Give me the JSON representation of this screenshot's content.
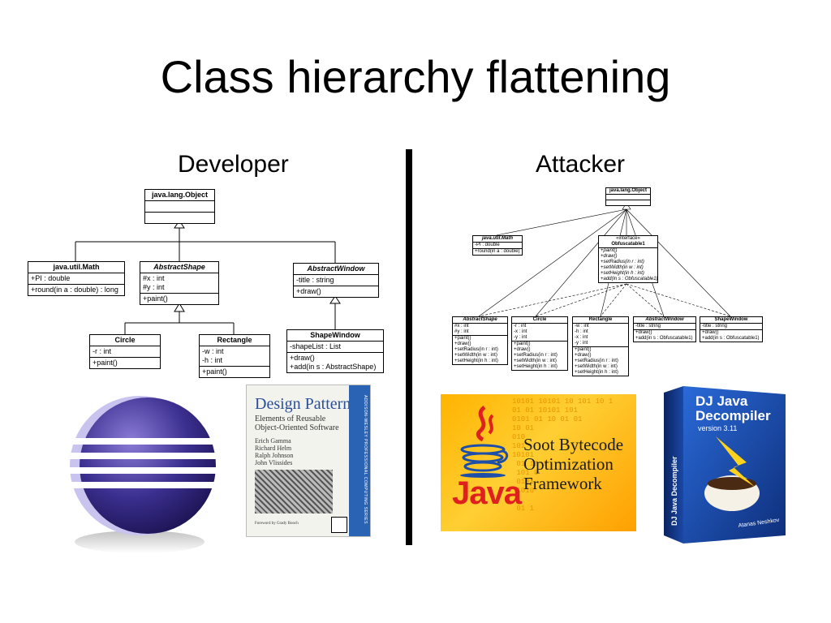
{
  "title": "Class hierarchy flattening",
  "left_heading": "Developer",
  "right_heading": "Attacker",
  "developer_diagram": {
    "object": {
      "name": "java.lang.Object"
    },
    "math": {
      "name": "java.util.Math",
      "attrs": [
        "+PI : double"
      ],
      "ops": [
        "+round(in a : double) : long"
      ]
    },
    "abstract_shape": {
      "name": "AbstractShape",
      "attrs": [
        "#x : int",
        "#y : int"
      ],
      "ops": [
        "+paint()"
      ]
    },
    "abstract_window": {
      "name": "AbstractWindow",
      "attrs": [
        "-title : string"
      ],
      "ops": [
        "+draw()"
      ]
    },
    "circle": {
      "name": "Circle",
      "attrs": [
        "-r : int"
      ],
      "ops": [
        "+paint()"
      ]
    },
    "rectangle": {
      "name": "Rectangle",
      "attrs": [
        "-w : int",
        "-h : int"
      ],
      "ops": [
        "+paint()"
      ]
    },
    "shape_window": {
      "name": "ShapeWindow",
      "attrs": [
        "-shapeList : List"
      ],
      "ops": [
        "+draw()",
        "+add(in s : AbstractShape)"
      ]
    }
  },
  "attacker_diagram": {
    "object": {
      "name": "java.lang.Object"
    },
    "math": {
      "name": "java.util.Math",
      "attrs": [
        "-PI : double"
      ],
      "ops": [
        "+round(in a : double)"
      ]
    },
    "interface": {
      "stereotype": "«interface»",
      "name": "Obfuscatable1",
      "ops": [
        "+paint()",
        "+draw()",
        "+setRadius(in r : int)",
        "+setWidth(in w : int)",
        "+setHeight(in h : int)",
        "+add(in s : Obfuscatable1)"
      ]
    },
    "abstract_shape": {
      "name": "AbstractShape",
      "attrs": [
        "#x : int",
        "#y : int"
      ],
      "ops": [
        "+paint()",
        "+draw()",
        "+setRadius(in r : int)",
        "+setWidth(in w : int)",
        "+setHeight(in h : int)"
      ]
    },
    "circle": {
      "name": "Circle",
      "attrs": [
        "-r : int",
        "-x : int",
        "-y : int"
      ],
      "ops": [
        "+paint()",
        "+draw()",
        "+setRadius(in r : int)",
        "+setWidth(in w : int)",
        "+setHeight(in h : int)"
      ]
    },
    "rectangle": {
      "name": "Rectangle",
      "attrs": [
        "-w : int",
        "-h : int",
        "-x : int",
        "-y : int"
      ],
      "ops": [
        "+paint()",
        "+draw()",
        "+setRadius(in r : int)",
        "+setWidth(in w : int)",
        "+setHeight(in h : int)"
      ]
    },
    "abstract_window": {
      "name": "AbstractWindow",
      "attrs": [
        "-title : string"
      ],
      "ops": [
        "+draw()",
        "+add(in s : Obfuscatable1)"
      ]
    },
    "shape_window": {
      "name": "ShapeWindow",
      "attrs": [
        "-title : string"
      ],
      "ops": [
        "+draw()",
        "+add(in s : Obfuscatable1)"
      ]
    }
  },
  "design_patterns_book": {
    "title": "Design Patterns",
    "subtitle": [
      "Elements of Reusable",
      "Object-Oriented Software"
    ],
    "authors": [
      "Erich Gamma",
      "Richard Helm",
      "Ralph Johnson",
      "John Vlissides"
    ],
    "foreword": "Foreword by Grady Booch",
    "spine": "ADDISON-WESLEY PROFESSIONAL COMPUTING SERIES"
  },
  "soot_image": {
    "text_lines": [
      "Soot Bytecode",
      "Optimization",
      "Framework"
    ],
    "java_label": "Java",
    "binary": "10101 10101 10 101 10 1\n01 01 10101 101\n0101 01 10 01 01\n10 01\n010\n101\n10101\n 01 10 1\n 101 0\n 0101\n 1010\n\n 01 1"
  },
  "dj_box": {
    "title_line1": "DJ Java",
    "title_line2": "Decompiler",
    "version": "version 3.11",
    "spine": "DJ Java Decompiler",
    "author": "Atanas Neshkov"
  },
  "colors": {
    "dj_blue": "#1e4fa8",
    "soot_orange": "#ffb300",
    "java_red": "#e0201e",
    "book_blue": "#2a63b4"
  }
}
